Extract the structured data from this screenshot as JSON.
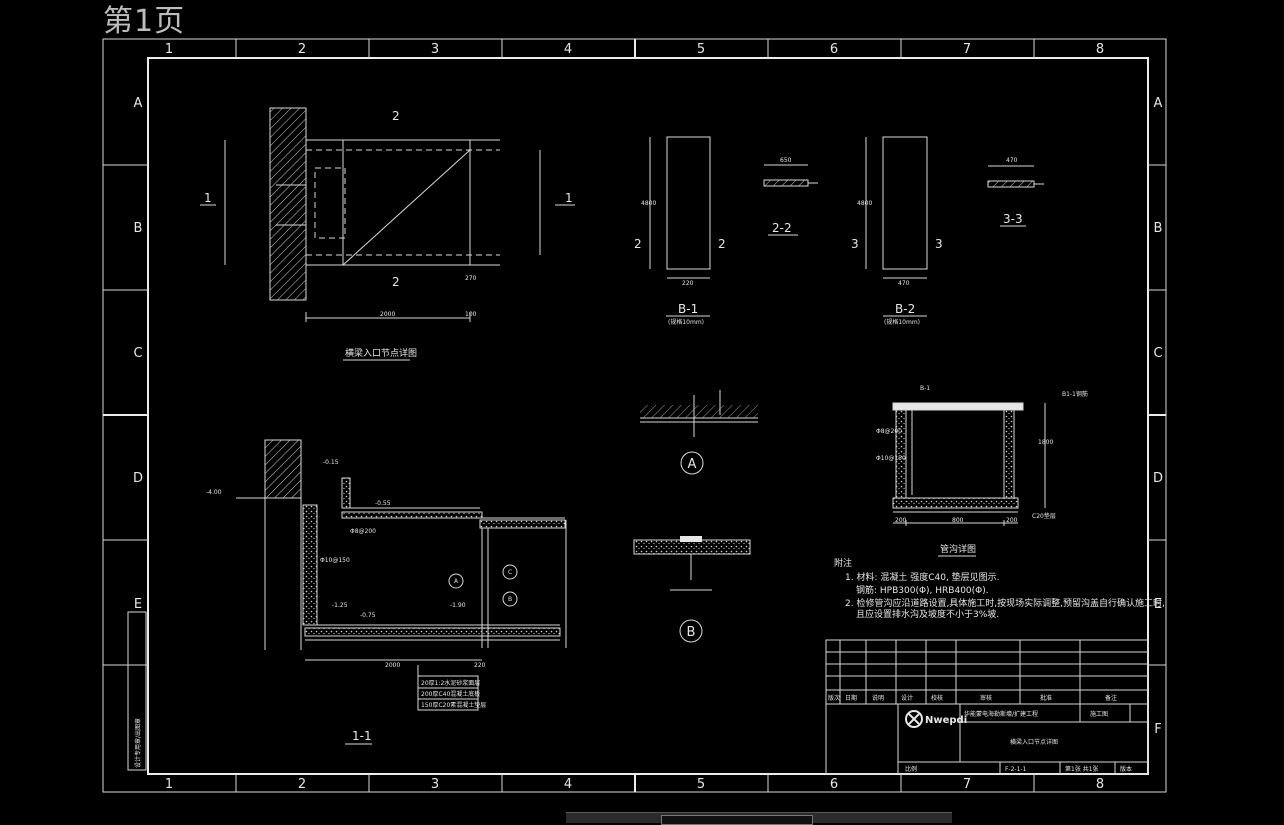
{
  "page_label": "第1页",
  "sheet": {
    "col_labels": [
      "1",
      "2",
      "3",
      "4",
      "5",
      "6",
      "7",
      "8"
    ],
    "row_labels": [
      "A",
      "B",
      "C",
      "D",
      "E",
      "F"
    ]
  },
  "views": {
    "plan_title": "横梁入口节点详图",
    "section_title": "1-1",
    "detail_a": "A",
    "detail_b": "B",
    "beam1_title": "B-1",
    "beam1_scale": "(规格10mm)",
    "beam2_title": "B-2",
    "beam2_scale": "(规格10mm)",
    "sec22": "2-2",
    "sec33": "3-3",
    "trench_title": "管沟详图",
    "cut_1": "1",
    "cut_2": "2",
    "cut_3": "3",
    "circ_c": "C"
  },
  "dims": {
    "plan_2000": "2000",
    "plan_100": "100",
    "plan_270": "270",
    "sec_2000": "2000",
    "sec_220": "220",
    "beam1_w": "220",
    "beam1_h": "4800",
    "beam2_w": "470",
    "beam2_h": "4800",
    "s22_w": "650",
    "s33_w": "470",
    "trench_200a": "200",
    "trench_800": "800",
    "trench_200b": "200",
    "trench_1800": "1800",
    "c20": "C20垫层",
    "b1_label": "B-1",
    "b1_beam": "B1-1钢筋",
    "phi8_200": "Φ8@200",
    "phi10_150": "Φ10@150",
    "level_015": "-0.15",
    "level_055": "-0.55",
    "level_075": "-0.75",
    "level_125": "-1.25",
    "level_190": "-1.90",
    "level_400": "-4.00"
  },
  "notes": {
    "head": "附注",
    "n1a": "1. 材料: 混凝土 强度C40, 垫层见图示.",
    "n1b": "钢筋: HPB300(Φ), HRB400(Φ).",
    "n2a": "2. 检修管沟应沿道路设置,具体施工时,按现场实际调整,预留沟盖自行确认施工时,",
    "n2b": "且应设置排水沟及坡度不小于3%坡."
  },
  "layers": {
    "l1": "20厚1:2水泥砂浆面层",
    "l2": "200厚C40混凝土底板",
    "l3": "150厚C20素混凝土垫层"
  },
  "title_block": {
    "logo_text": "Nwepdi",
    "project": "华能蒙电海勒斯壕/扩建工程",
    "stage": "施工图",
    "drawing_name": "横梁入口节点详图",
    "drawing_no": "F-2-1-1",
    "scale_label": "比例",
    "sheet_label": "第1张 共1张",
    "rev_label": "版本",
    "hdr_rev": "版次",
    "hdr_date": "日期",
    "hdr_desc": "说明",
    "hdr_drawn": "设计",
    "hdr_check": "校核",
    "hdr_review": "审核",
    "hdr_approve": "批准",
    "hdr_note": "备注"
  },
  "side_stamp": "设计专用章/出图章"
}
